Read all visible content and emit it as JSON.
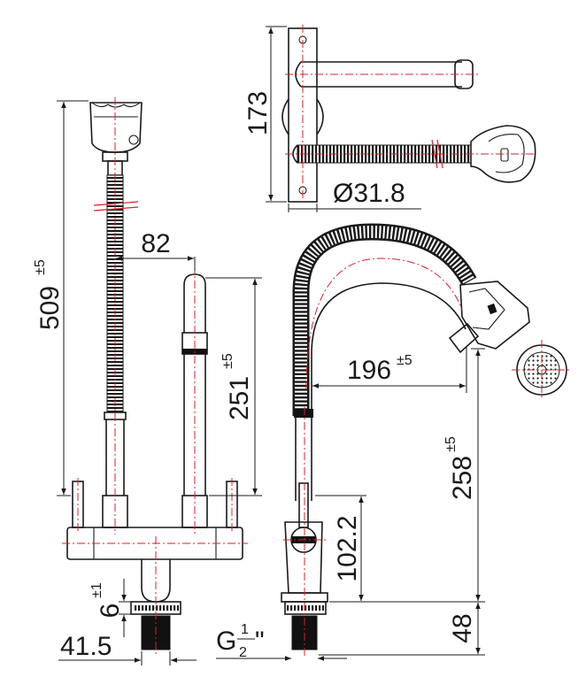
{
  "colors": {
    "outline": "#1a1a1a",
    "centerline": "#d8202a",
    "background": "#ffffff"
  },
  "dimensions": {
    "overall_height": {
      "value": "509",
      "tolerance": "±5"
    },
    "spout_offset": {
      "value": "82"
    },
    "spout_height": {
      "value": "251",
      "tolerance": "±5"
    },
    "top_view_height": {
      "value": "173"
    },
    "pipe_diameter": {
      "value": "Ø31.8"
    },
    "spout_reach": {
      "value": "196",
      "tolerance": "±5"
    },
    "side_spout_height": {
      "value": "258",
      "tolerance": "±5"
    },
    "handle_height": {
      "value": "102.2"
    },
    "base_height": {
      "value": "48"
    },
    "nut_offset": {
      "value": "6",
      "tolerance": "±1"
    },
    "base_width": {
      "value": "41.5"
    },
    "thread": {
      "prefix": "G",
      "numerator": "1",
      "denominator": "2",
      "suffix": "\""
    }
  }
}
